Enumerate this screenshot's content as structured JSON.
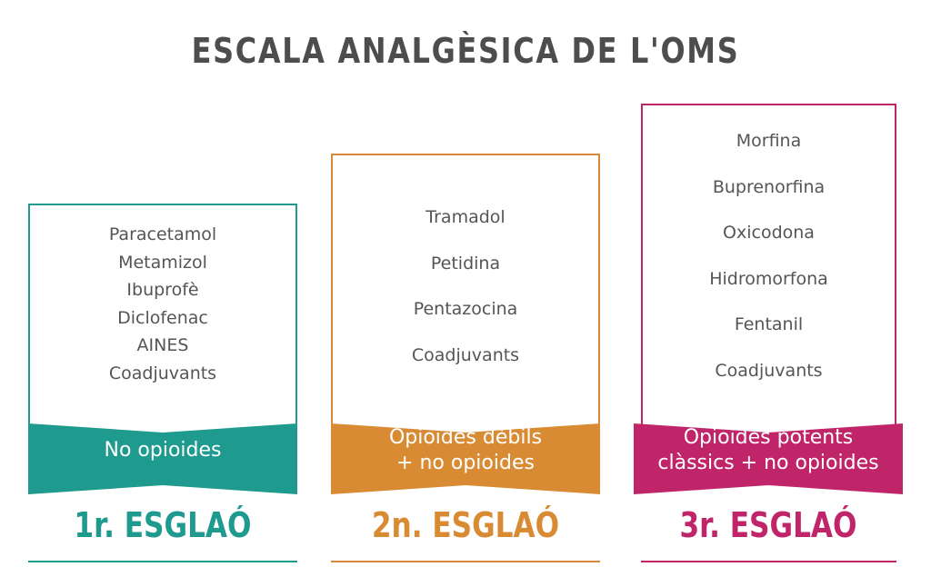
{
  "title": "ESCALA ANALGÈSICA DE L'OMS",
  "colors": {
    "step1": "#1e9a8e",
    "step2": "#d98b34",
    "step3": "#c0256a",
    "title": "#4d4d4d",
    "text": "#555555"
  },
  "steps": [
    {
      "items": [
        "Paracetamol",
        "Metamizol",
        "Ibuprofè",
        "Diclofenac",
        "AINES",
        "Coadjuvants"
      ],
      "banner": [
        "No opioides"
      ],
      "label": "1r. ESGLAÓ"
    },
    {
      "items": [
        "Tramadol",
        "Petidina",
        "Pentazocina",
        "Coadjuvants"
      ],
      "banner": [
        "Opioides dèbils",
        "+ no opioides"
      ],
      "label": "2n. ESGLAÓ"
    },
    {
      "items": [
        "Morfina",
        "Buprenorfina",
        "Oxicodona",
        "Hidromorfona",
        "Fentanil",
        "Coadjuvants"
      ],
      "banner": [
        "Opioides potents",
        "clàssics + no opioides"
      ],
      "label": "3r. ESGLAÓ"
    }
  ]
}
